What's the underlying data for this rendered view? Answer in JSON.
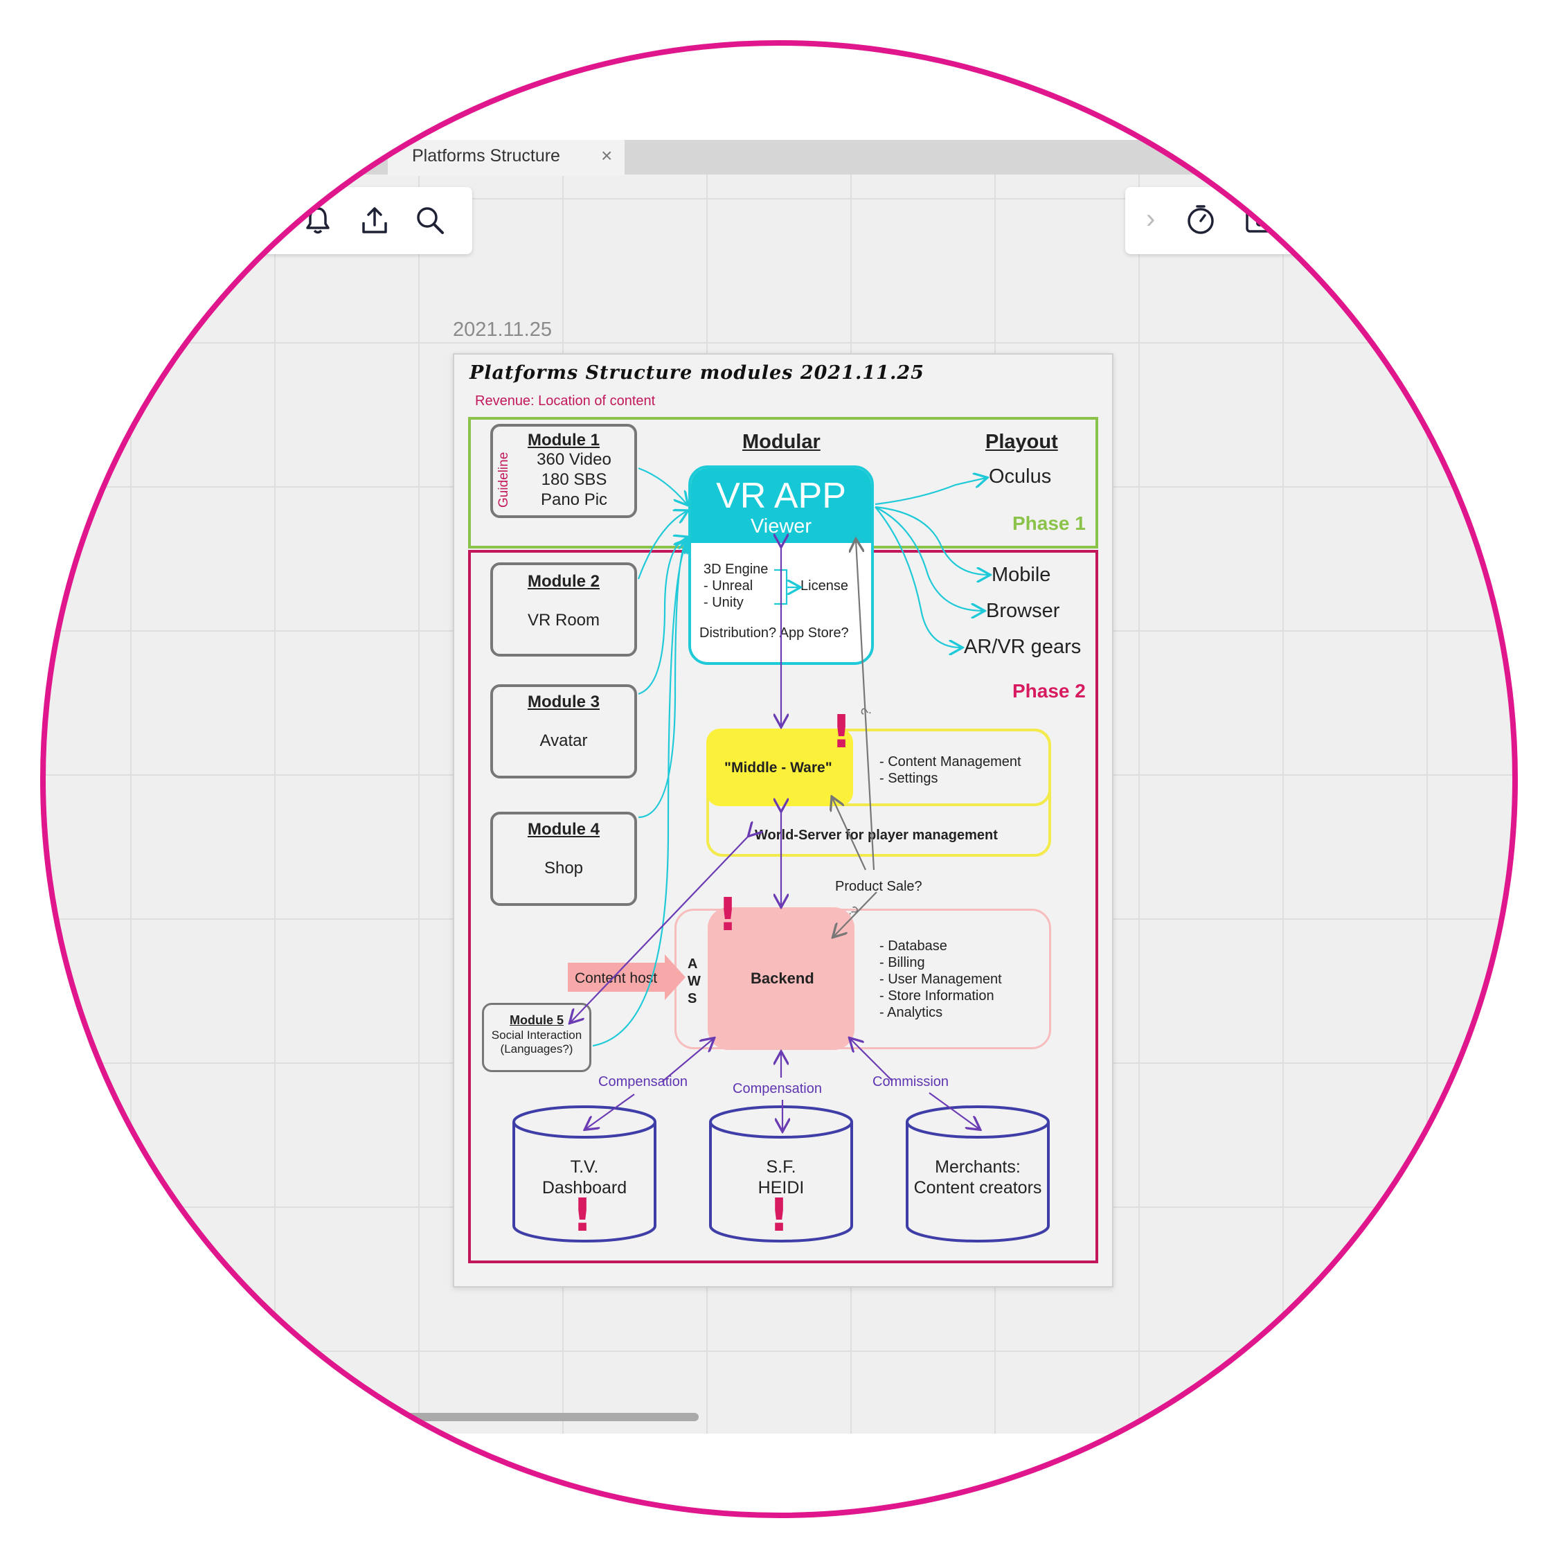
{
  "tab": {
    "title": "Platforms Structure",
    "close": "×"
  },
  "toolbar_left": {
    "icons": [
      "bell-icon",
      "upload-icon",
      "search-icon"
    ]
  },
  "toolbar_right": {
    "chevron": "›",
    "icons": [
      "timer-icon",
      "image-icon"
    ]
  },
  "board": {
    "date": "2021.11.25",
    "title": "Platforms Structure modules 2021.11.25",
    "revenue_note": "Revenue: Location of content",
    "headings": {
      "modular": "Modular",
      "playout": "Playout"
    },
    "phase1": "Phase 1",
    "phase2": "Phase 2",
    "guideline": "Guideline",
    "modules": [
      {
        "title": "Module 1",
        "text": "360 Video\n180 SBS\nPano Pic"
      },
      {
        "title": "Module 2",
        "text": "VR Room"
      },
      {
        "title": "Module 3",
        "text": "Avatar"
      },
      {
        "title": "Module 4",
        "text": "Shop"
      },
      {
        "title": "Module 5",
        "text": "Social Interaction\n(Languages?)"
      }
    ],
    "vr_app": {
      "title": "VR APP",
      "subtitle": "Viewer",
      "engine": "3D Engine\n   - Unreal\n   - Unity",
      "license": "License",
      "distribution": "Distribution? App Store?"
    },
    "playout_items": [
      "Oculus",
      "Mobile",
      "Browser",
      "AR/VR gears"
    ],
    "middleware": {
      "title": "\"Middle - Ware\"",
      "details": "- Content Management\n- Settings",
      "world_server": "World-Server for player management"
    },
    "product_sale": "Product Sale?",
    "question_marks": [
      "?",
      "?"
    ],
    "backend": {
      "title": "Backend",
      "aws": "A\nW\nS",
      "details": "- Database\n- Billing\n- User Management\n- Store Information\n- Analytics"
    },
    "content_host": "Content host",
    "flows": [
      "Compensation",
      "Compensation",
      "Commission"
    ],
    "stores": [
      {
        "label": "T.V.\nDashboard"
      },
      {
        "label": "S.F.\nHEIDI"
      },
      {
        "label": "Merchants:\nContent creators"
      }
    ],
    "alert_mark": "!"
  }
}
